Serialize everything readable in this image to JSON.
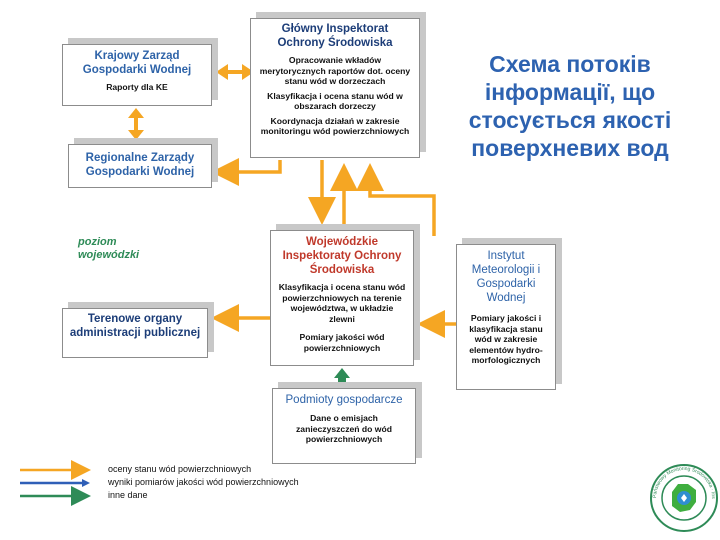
{
  "title": "Схема потоків інформації, що стосується якості поверхневих вод",
  "poziom_label": "poziom wojewódzki",
  "boxes": {
    "krajowy": {
      "title": "Krajowy Zarząd Gospodarki Wodnej",
      "lines": [
        "Raporty dla KE"
      ]
    },
    "glowny": {
      "title": "Główny Inspektorat Ochrony Środowiska",
      "lines": [
        "Opracowanie wkładów merytorycznych raportów dot. oceny stanu wód w dorzeczach",
        "Klasyfikacja i ocena stanu wód w obszarach dorzeczy",
        "Koordynacja działań w zakresie monitoringu wód powierzchniowych"
      ]
    },
    "regionalne": {
      "title": "Regionalne Zarządy Gospodarki Wodnej"
    },
    "wojewodzkie": {
      "title": "Wojewódzkie Inspektoraty Ochrony Środowiska",
      "lines": [
        "Klasyfikacja i ocena stanu wód powierzchniowych na terenie województwa, w układzie zlewni",
        "Pomiary jakości wód powierzchniowych"
      ]
    },
    "instytut": {
      "title": "Instytut Meteorologii i Gospodarki Wodnej",
      "lines": [
        "Pomiary jakości i klasyfikacja stanu wód w zakresie elementów hydro-morfologicznych"
      ]
    },
    "terenowe": {
      "title": "Terenowe organy administracji publicznej"
    },
    "podmioty": {
      "title": "Podmioty gospodarcze",
      "lines": [
        "Dane o emisjach zanieczyszczeń do wód powierzchniowych"
      ]
    }
  },
  "legend": [
    {
      "label": "oceny stanu wód powierzchniowych",
      "color": "#f5a623"
    },
    {
      "label": "wyniki pomiarów jakości wód powierzchniowych",
      "color": "#2f5fb7"
    },
    {
      "label": "inne dane",
      "color": "#2e8b57"
    }
  ],
  "colors": {
    "orange": "#f5a623",
    "blue": "#2f5fb7",
    "green": "#2e8b57",
    "title_blue": "#2d62b0"
  },
  "logo": {
    "ring_text": "Państwowy Monitoring Środowiska · Inspekcja Ochrony Środowiska"
  }
}
